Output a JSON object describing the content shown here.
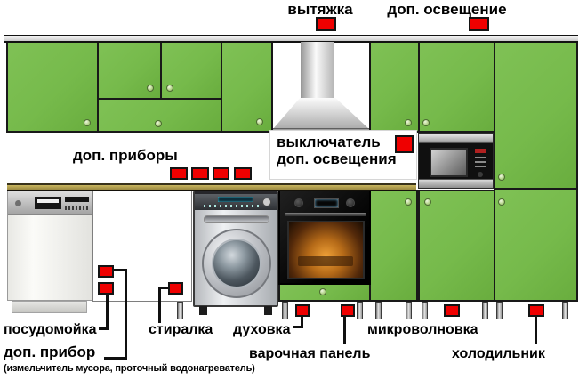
{
  "labels": {
    "hood": "вытяжка",
    "extra_light": "доп. освещение",
    "switch_line1": "выключатель",
    "switch_line2": "доп. освещения",
    "extra_appliances": "доп. приборы",
    "dishwasher": "посудомойка",
    "washer": "стиралка",
    "oven": "духовка",
    "cooktop": "варочная панель",
    "microwave": "микроволновка",
    "fridge": "холодильник",
    "extra_device": "доп. прибор",
    "extra_device_note": "(измельчитель мусора, проточный водонагреватель)"
  },
  "colors": {
    "cabinet_green": "#76ba4b",
    "outlet_red": "#ef0000",
    "countertop_tan": "#b3a050",
    "text": "#000000"
  },
  "outlets": {
    "total_markers": 14,
    "groups": [
      {
        "name": "hood",
        "count": 1
      },
      {
        "name": "extra-light",
        "count": 1
      },
      {
        "name": "extra-light-switch",
        "count": 1
      },
      {
        "name": "extra-appliances",
        "count": 4
      },
      {
        "name": "extra-device",
        "count": 1
      },
      {
        "name": "dishwasher",
        "count": 1
      },
      {
        "name": "washer",
        "count": 1
      },
      {
        "name": "oven",
        "count": 1
      },
      {
        "name": "cooktop",
        "count": 1
      },
      {
        "name": "microwave",
        "count": 1
      },
      {
        "name": "fridge",
        "count": 1
      }
    ]
  }
}
